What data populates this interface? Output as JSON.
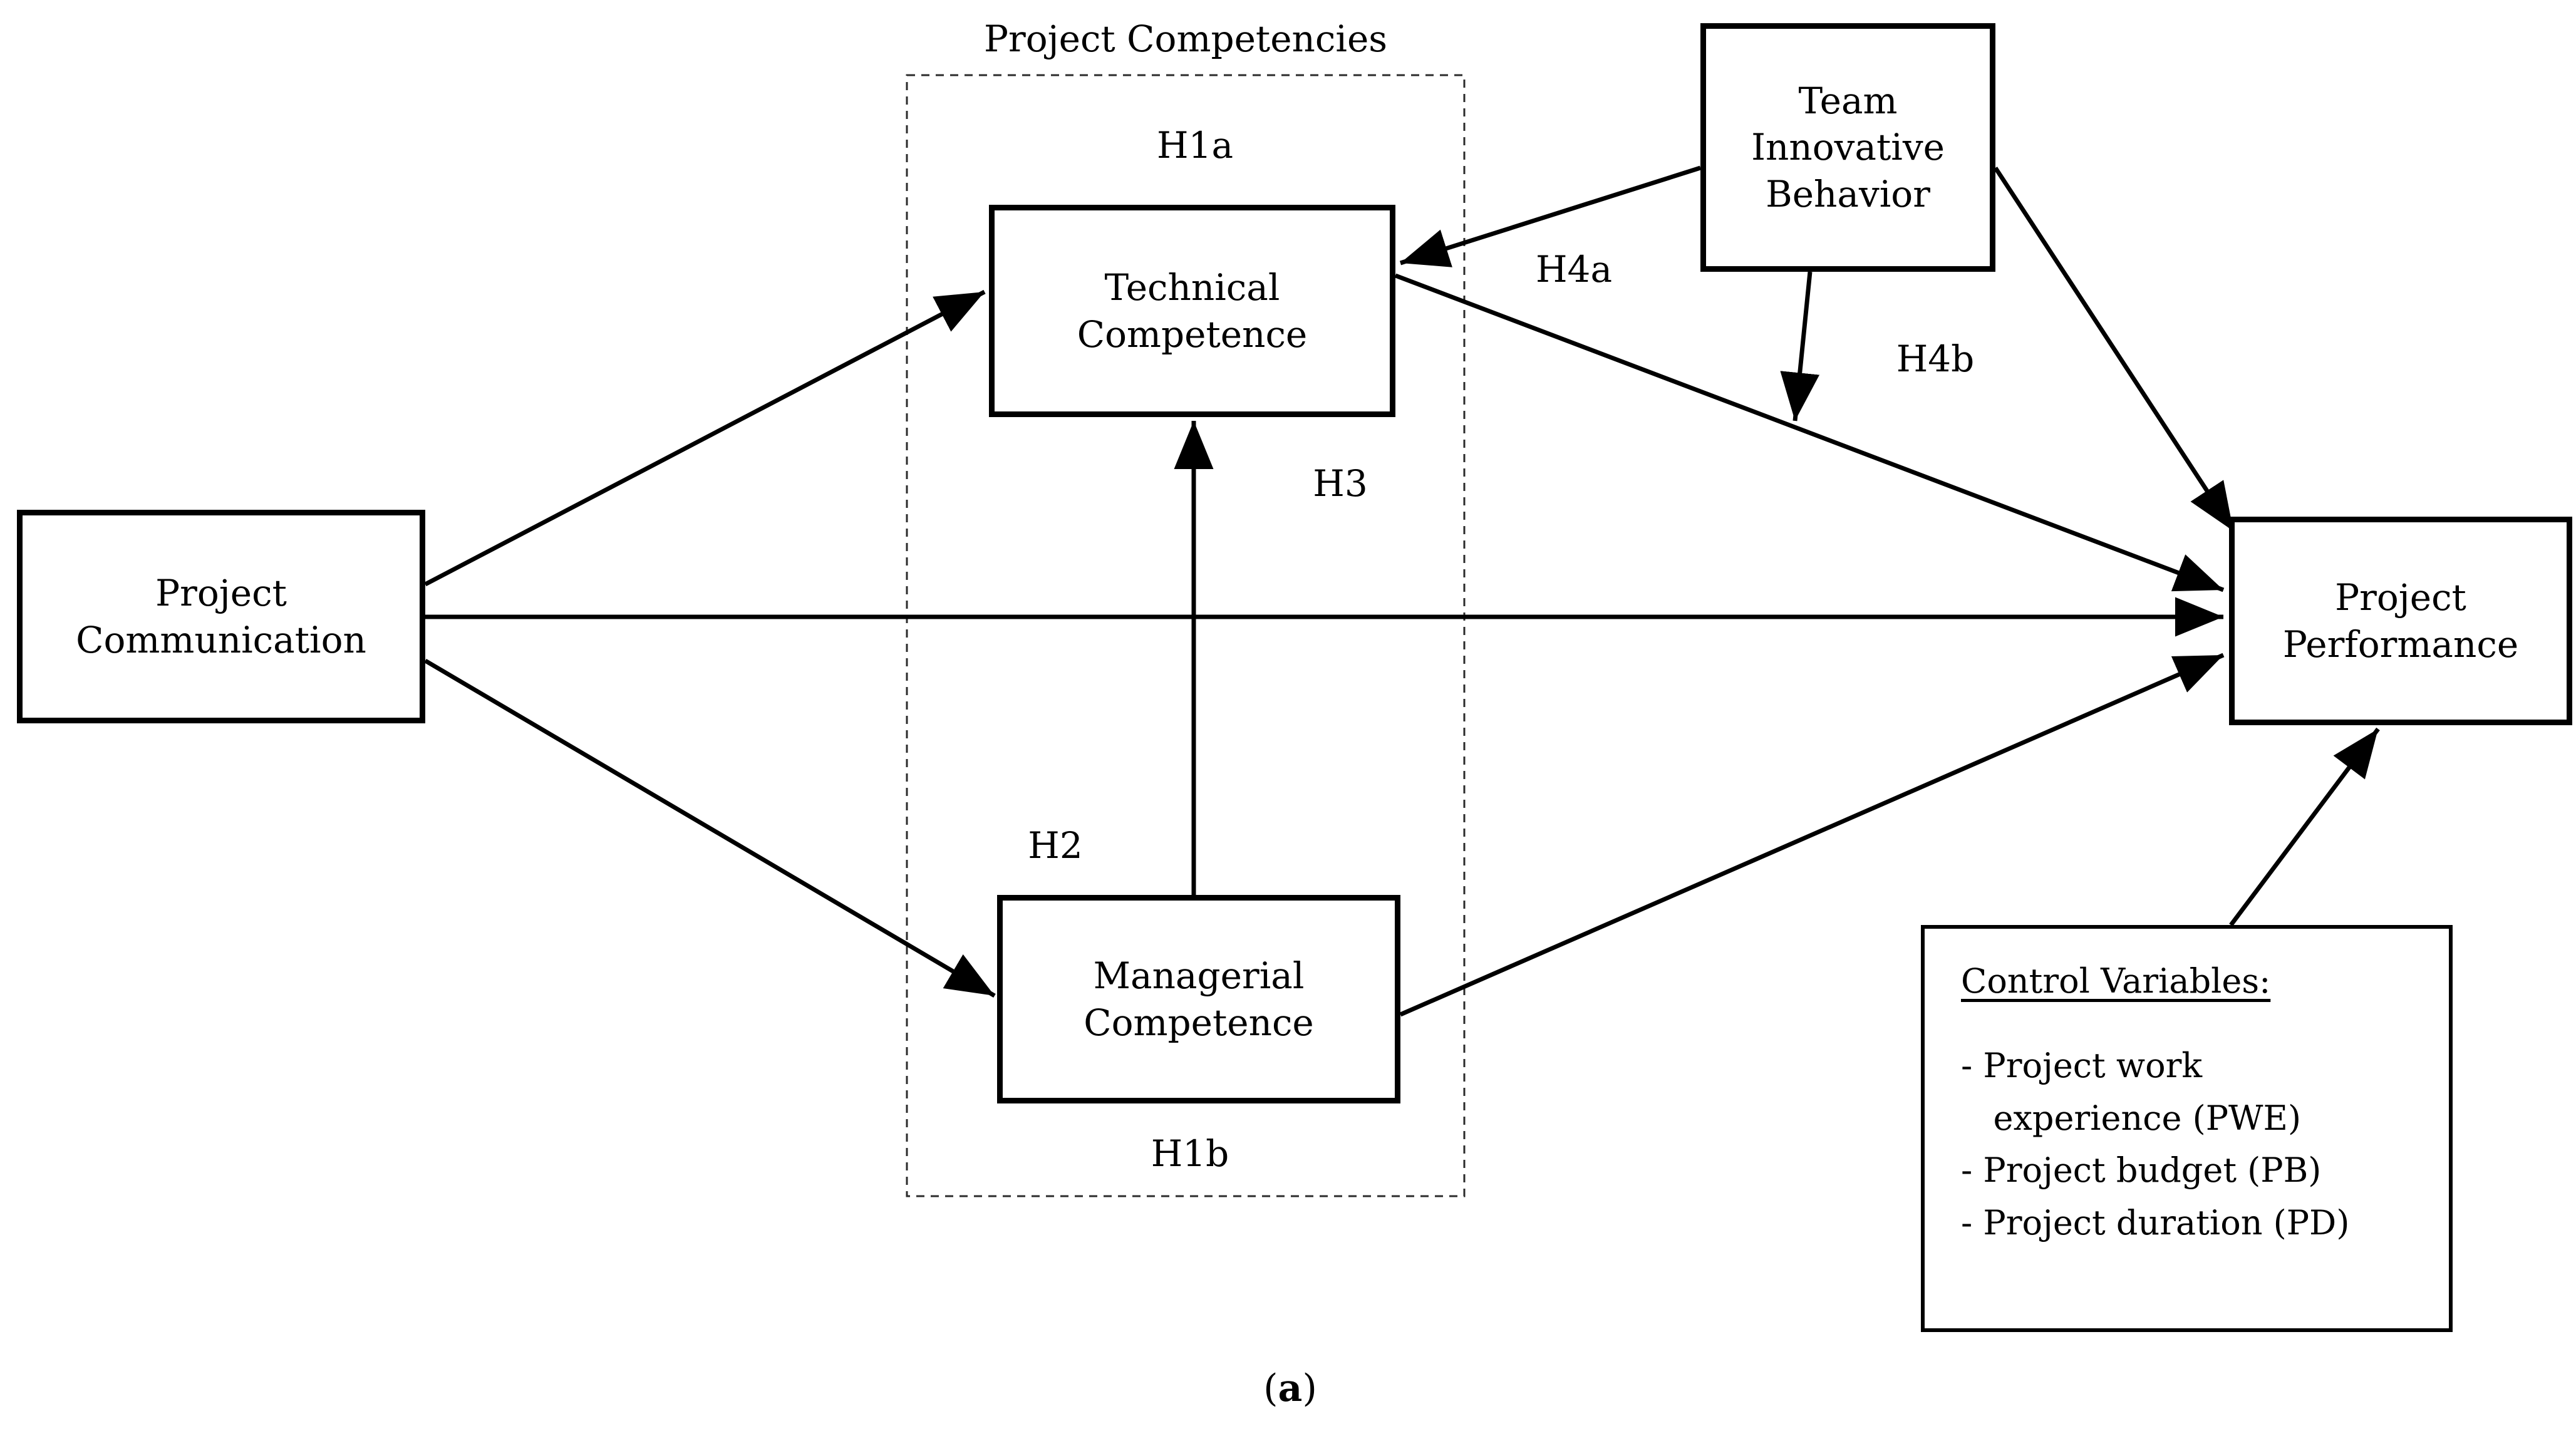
{
  "figure": {
    "group_label": "Project Competencies",
    "nodes": {
      "project_communication": "Project\nCommunication",
      "technical_competence": "Technical\nCompetence",
      "managerial_competence": "Managerial\nCompetence",
      "team_innovative_behavior": "Team\nInnovative\nBehavior",
      "project_performance": "Project\nPerformance"
    },
    "hypotheses": {
      "h1a": "H1a",
      "h1b": "H1b",
      "h2": "H2",
      "h3": "H3",
      "h4a": "H4a",
      "h4b": "H4b"
    },
    "edges": [
      {
        "from": "project_communication",
        "to": "technical_competence",
        "label": "H1a"
      },
      {
        "from": "project_communication",
        "to": "managerial_competence",
        "label": "H1b"
      },
      {
        "from": "project_communication",
        "to": "project_performance",
        "label": "H2"
      },
      {
        "from": "managerial_competence",
        "to": "technical_competence",
        "label": "H3"
      },
      {
        "from": "team_innovative_behavior",
        "to": "technical_competence",
        "label": "H4a"
      },
      {
        "from": "team_innovative_behavior",
        "to": "technical_competence_project_performance_path",
        "label": "H4b"
      },
      {
        "from": "technical_competence",
        "to": "project_performance",
        "label": ""
      },
      {
        "from": "managerial_competence",
        "to": "project_performance",
        "label": ""
      },
      {
        "from": "team_innovative_behavior",
        "to": "project_performance",
        "label": ""
      },
      {
        "from": "control_variables",
        "to": "project_performance",
        "label": ""
      }
    ],
    "control_variables": {
      "title": "Control Variables:",
      "items": [
        "- Project work",
        "   experience (PWE)",
        "- Project budget (PB)",
        "- Project duration (PD)"
      ]
    },
    "caption": {
      "open": "(",
      "letter": "a",
      "close": ")"
    },
    "colors": {
      "line": "#000000",
      "background": "#ffffff"
    }
  }
}
